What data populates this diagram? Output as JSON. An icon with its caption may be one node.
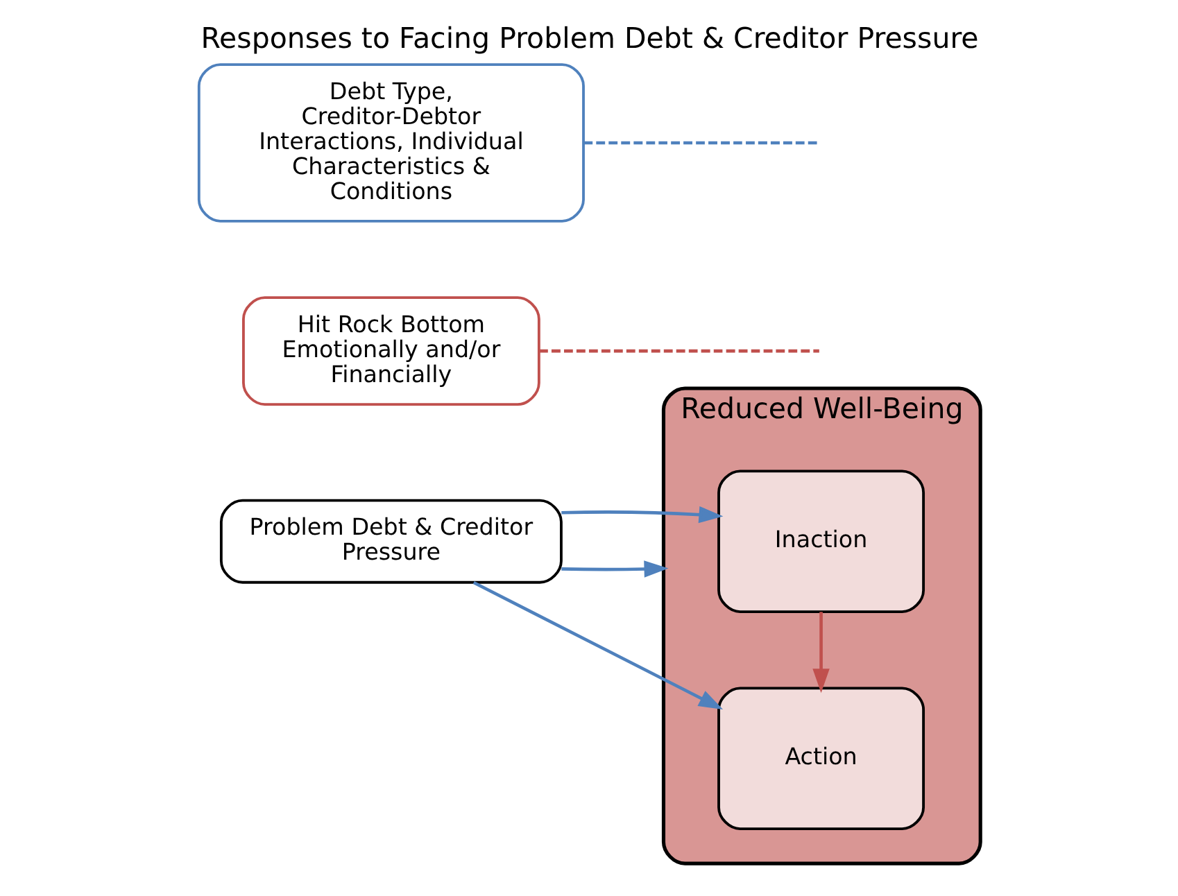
{
  "diagram": {
    "title": "Responses to Facing Problem Debt & Creditor Pressure",
    "nodes": [
      {
        "text": [
          "Problem Debt & Creditor Pressure"
        ]
      },
      {
        "text": [
          "Reduced Well-Being"
        ]
      },
      {
        "text": [
          "Inaction"
        ],
        "in": 1
      },
      {
        "text": [
          "Action"
        ],
        "in": 1
      },
      {
        "text": [
          "Hit Rock Bottom Emotionally and/or Financially"
        ]
      },
      {
        "text": [
          "Debt Type, Creditor-Debtor Interactions, Individual Characteristics & Conditions"
        ]
      }
    ],
    "edges": [
      {
        "from": 0,
        "to": 1,
        "arrow": "to"
      },
      {
        "from": 0,
        "to": 2,
        "arrow": "to"
      },
      {
        "from": 0,
        "to": 3,
        "arrow": "to"
      },
      {
        "from": 2,
        "to": 3,
        "arrow": "to",
        "color": "#c0504d"
      },
      {
        "from": 4,
        "to": null,
        "arrow": "none",
        "style": "dashed",
        "color": "#c0504d"
      },
      {
        "from": 5,
        "to": null,
        "arrow": "none",
        "style": "dashed"
      }
    ]
  }
}
